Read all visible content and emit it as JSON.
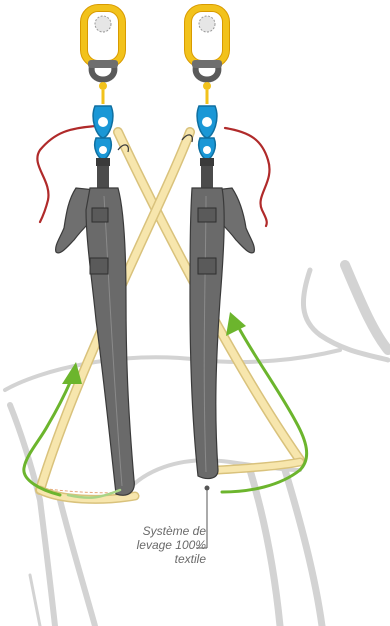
{
  "callout": {
    "line1": "Système de",
    "line2": "levage 100%",
    "line3": "textile"
  },
  "colors": {
    "ring": "#f2c21b",
    "ring_dark": "#d89a00",
    "swivel": "#1a97d6",
    "strap": "#f7e6ad",
    "strap_edge": "#d9c27c",
    "handle": "#6f6f6f",
    "handle_dark": "#3a3a3a",
    "cord": "#b02a2a",
    "arrow": "#6cb52d",
    "frame_gray": "#c8c8c8"
  },
  "icons": [
    "master-link-icon",
    "shackle-icon",
    "swivel-hook-icon",
    "arrow-up-icon"
  ]
}
